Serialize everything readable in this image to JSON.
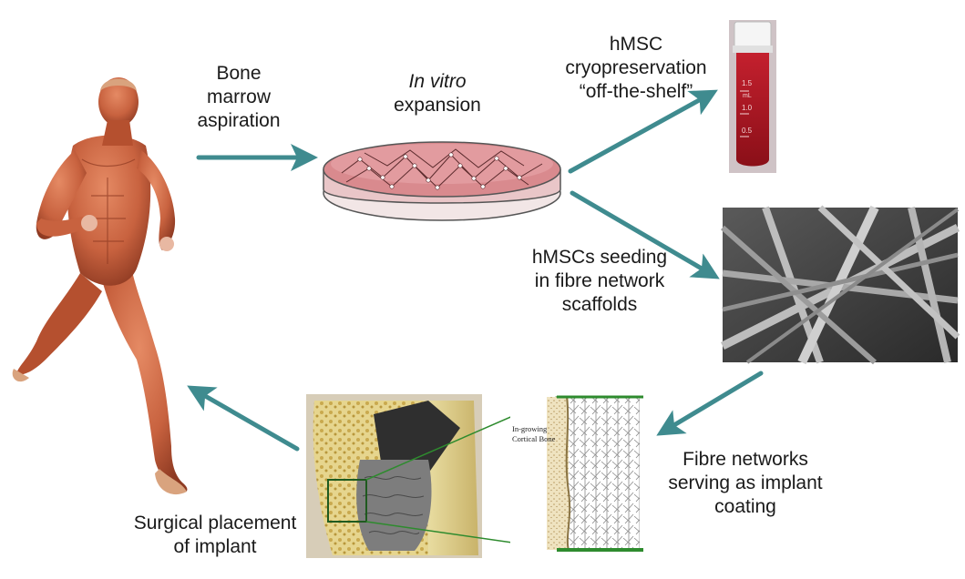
{
  "labels": {
    "aspiration": [
      "Bone",
      "marrow",
      "aspiration"
    ],
    "expansion": {
      "italic": "In vitro",
      "rest": "expansion"
    },
    "cryo": [
      "hMSC",
      "cryopreservation",
      "“off-the-shelf”"
    ],
    "seeding": [
      "hMSCs seeding",
      "in fibre network",
      "scaffolds"
    ],
    "coating": [
      "Fibre networks",
      "serving as implant",
      "coating"
    ],
    "surgical": [
      "Surgical placement",
      "of implant"
    ]
  },
  "vial": {
    "marks": [
      "1.5",
      "mL",
      "1.0",
      "0.5"
    ]
  },
  "implant_inset": {
    "caption": [
      "In-growing",
      "Cortical Bone"
    ]
  },
  "colors": {
    "arrow": "#3f8b8f",
    "muscle": "#c8623f",
    "dish_medium": "#d98a8e",
    "vial_liquid": "#a3121e",
    "sem_bg": "#3c3c3c",
    "inset_line": "#2e8b2e"
  }
}
